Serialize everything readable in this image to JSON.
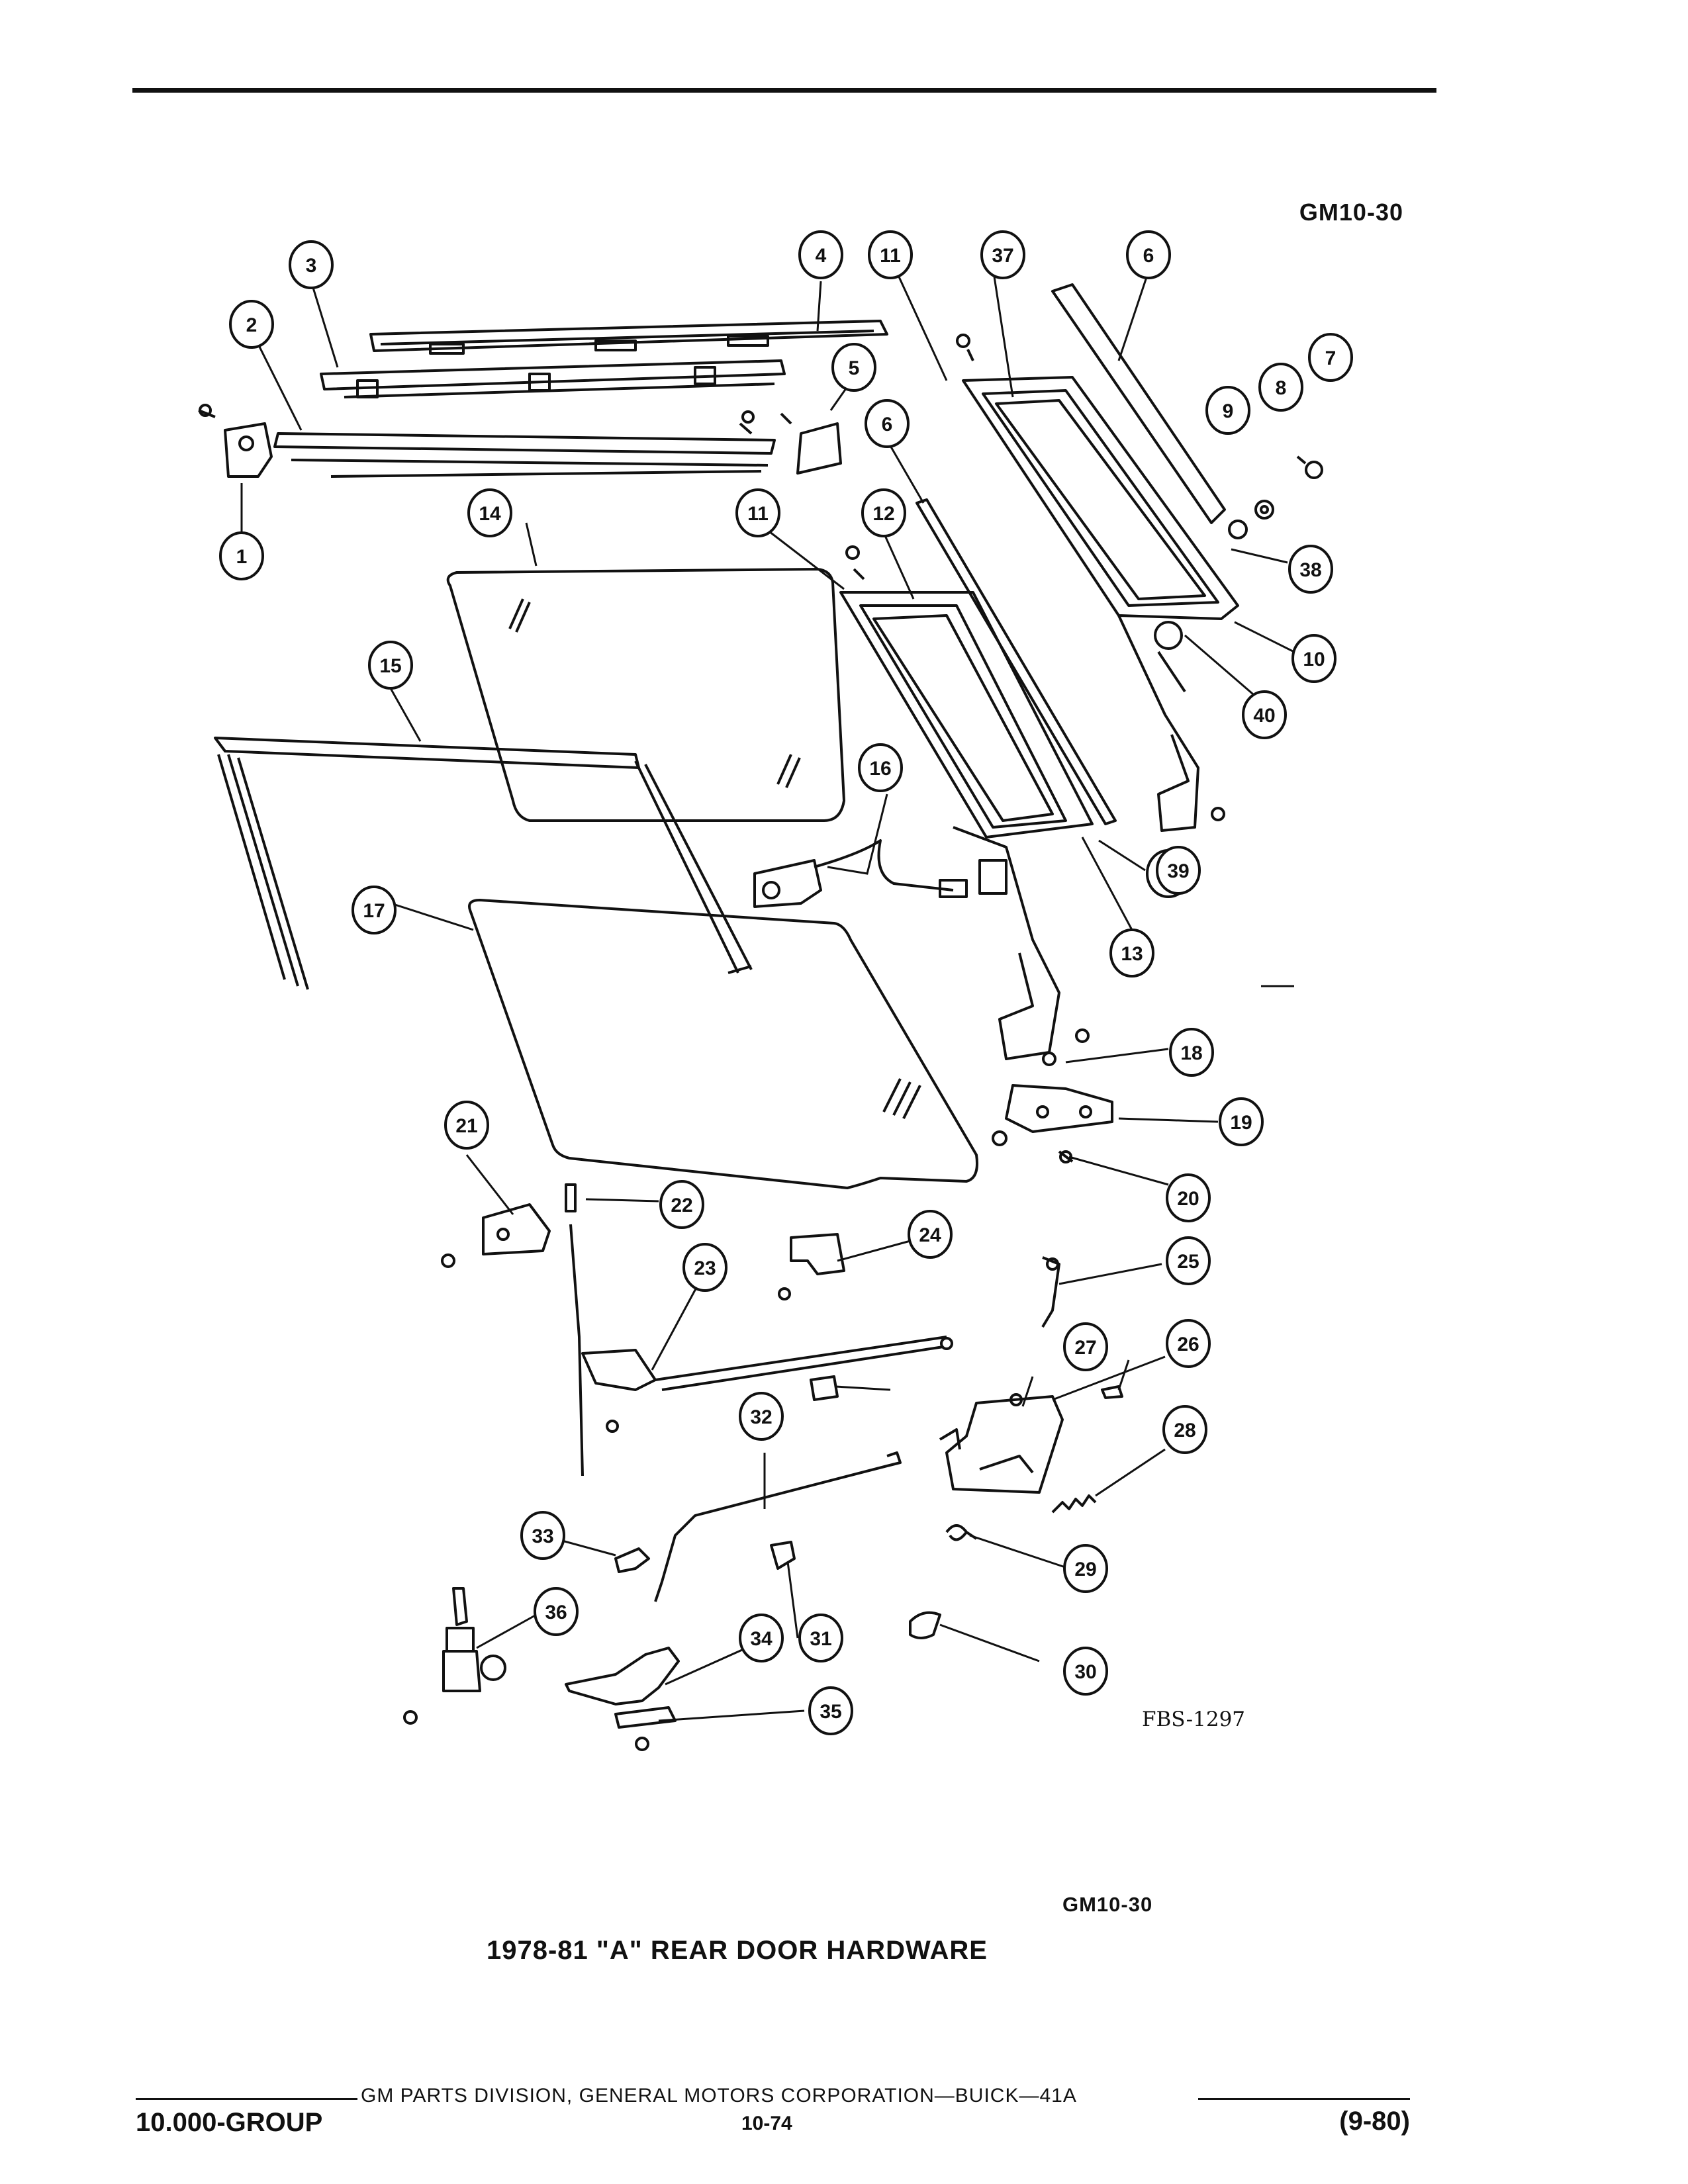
{
  "figure": {
    "id_top": "GM10-30",
    "id_bottom": "GM10-30",
    "drawing_ref": "FBS-1297",
    "caption": "1978-81 \"A\" REAR DOOR HARDWARE"
  },
  "callouts": [
    "1",
    "2",
    "3",
    "4",
    "5",
    "6",
    "6",
    "7",
    "8",
    "9",
    "10",
    "11",
    "11",
    "12",
    "13",
    "14",
    "15",
    "16",
    "17",
    "18",
    "19",
    "20",
    "21",
    "22",
    "23",
    "24",
    "25",
    "26",
    "27",
    "28",
    "29",
    "30",
    "31",
    "32",
    "33",
    "34",
    "35",
    "36",
    "37",
    "38",
    "39",
    "39",
    "40"
  ],
  "footer": {
    "credit": "GM PARTS DIVISION, GENERAL MOTORS CORPORATION—BUICK—41A",
    "group": "10.000-GROUP",
    "page": "10-74",
    "date": "(9-80)"
  }
}
